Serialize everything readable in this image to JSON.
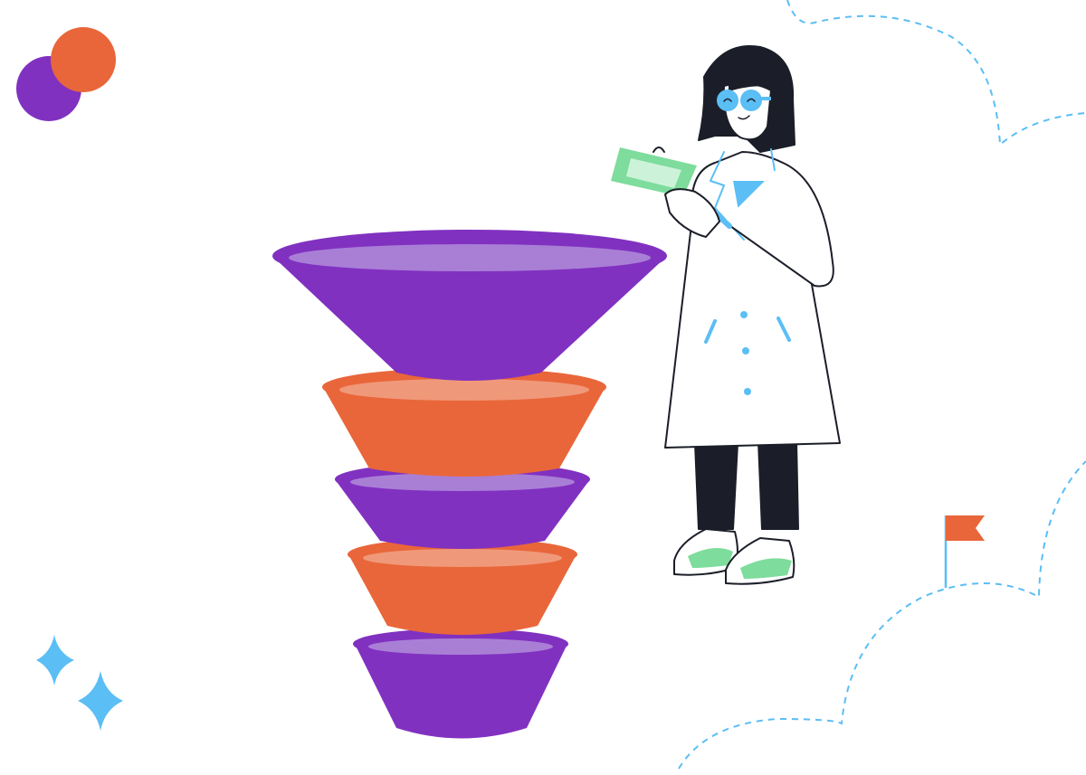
{
  "illustration": {
    "subject": "funnel-with-scientist",
    "colors": {
      "purple": "#8131C0",
      "purple_light": "#A97FD6",
      "orange": "#E9663A",
      "orange_light": "#F0997A",
      "blue": "#5BBEF5",
      "green": "#7EDC9C",
      "green_light": "#CDF2DA",
      "dark": "#1B1E28",
      "outline": "#1B1E28"
    },
    "funnel_layers": [
      "purple",
      "orange",
      "purple",
      "orange",
      "purple"
    ]
  }
}
